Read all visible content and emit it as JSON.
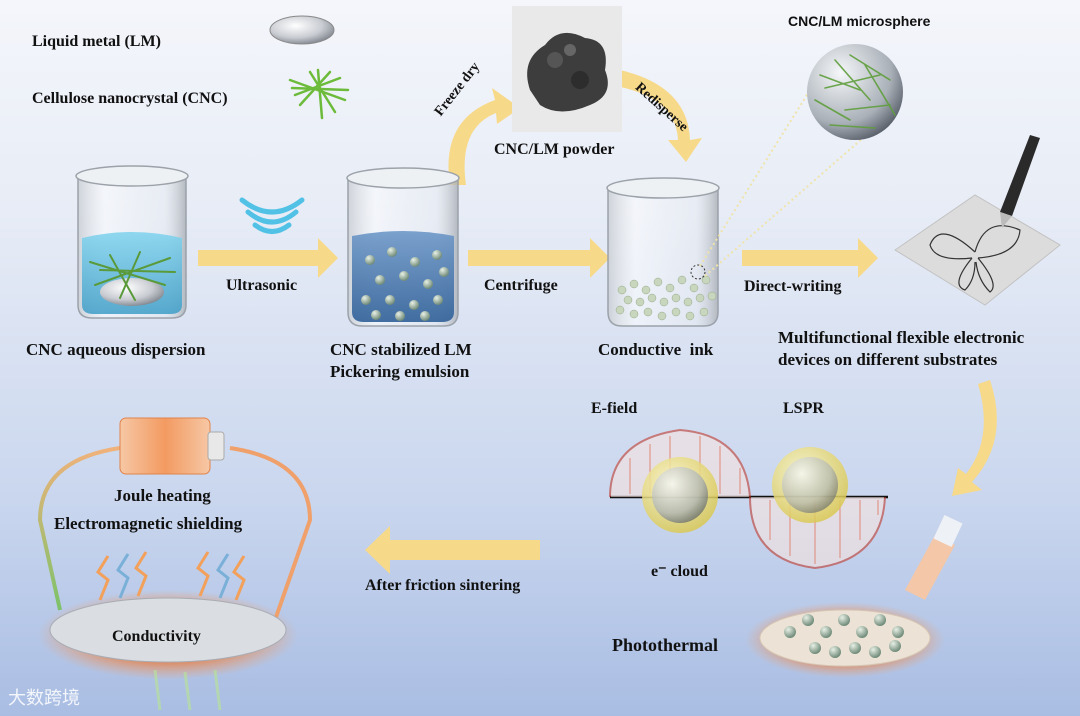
{
  "legend": {
    "lm_label": "Liquid metal (LM)",
    "cnc_label": "Cellulose nanocrystal (CNC)"
  },
  "stages": {
    "cnc_dispersion": "CNC aqueous dispersion",
    "pickering_line1": "CNC stabilized LM",
    "pickering_line2": "Pickering emulsion",
    "powder": "CNC/LM powder",
    "ink": "Conductive  ink",
    "microsphere": "CNC/LM microsphere",
    "devices_line1": "Multifunctional flexible electronic",
    "devices_line2": "devices on different substrates"
  },
  "processes": {
    "ultrasonic": "Ultrasonic",
    "centrifuge": "Centrifuge",
    "freeze_dry": "Freeze dry",
    "redisperse": "Redisperse",
    "direct_writing": "Direct-writing",
    "friction_sintering": "After friction sintering"
  },
  "lspr": {
    "efield": "E-field",
    "lspr": "LSPR",
    "cloud": "e⁻ cloud"
  },
  "applications": {
    "joule": "Joule heating",
    "emi": "Electromagnetic shielding",
    "conductivity": "Conductivity",
    "photothermal": "Photothermal"
  },
  "watermark": "大数跨境",
  "colors": {
    "arrow": "#f7d98a",
    "liquid_blue": "#6ec6e6",
    "cnc_green": "#6dbb3a",
    "sphere_yellow": "#ede28a",
    "wave_red": "#c0392b"
  }
}
